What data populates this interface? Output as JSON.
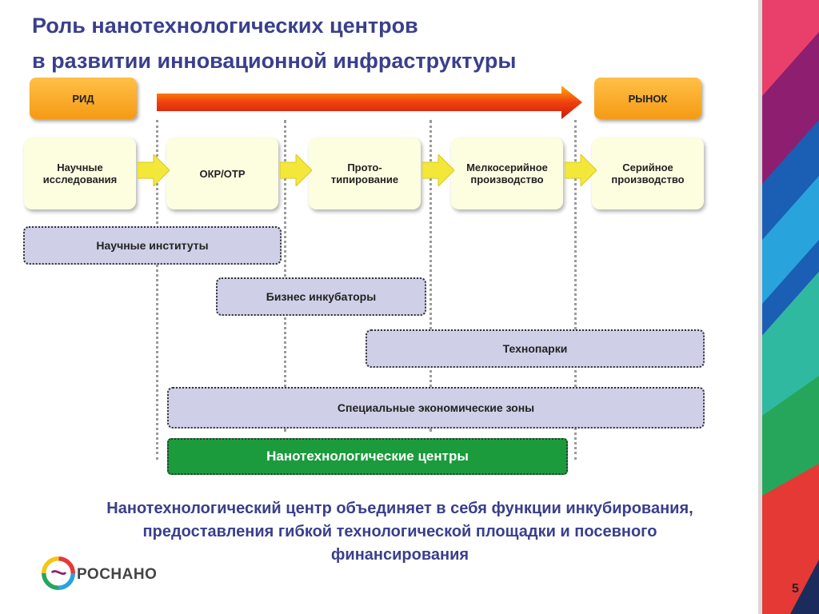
{
  "title": {
    "line1": "Роль нанотехнологических центров",
    "line2": "в развитии инновационной инфраструктуры"
  },
  "endpoints": {
    "left": "РИД",
    "right": "РЫНОК"
  },
  "stages": [
    {
      "label": "Научные\nисследования"
    },
    {
      "label": "ОКР/ОТР"
    },
    {
      "label": "Прото-\nтипирование"
    },
    {
      "label": "Мелкосерийное\nпроизводство"
    },
    {
      "label": "Серийное\nпроизводство"
    }
  ],
  "bars": [
    {
      "label": "Научные институты"
    },
    {
      "label": "Бизнес инкубаторы"
    },
    {
      "label": "Технопарки"
    },
    {
      "label": "Специальные экономические зоны"
    }
  ],
  "highlight_bar": "Нанотехнологические центры",
  "summary": "Нанотехнологический центр объединяет в себя функции инкубирования, предоставления гибкой технологической площадки и посевного финансирования",
  "logo": {
    "text": "РОСНАНО"
  },
  "page_number": "5",
  "colors": {
    "title": "#3a3f8c",
    "orange": "#f59a14",
    "stage_fill": "#fdfde0",
    "bar_fill": "#cfcfe8",
    "green": "#1b9b3c"
  }
}
